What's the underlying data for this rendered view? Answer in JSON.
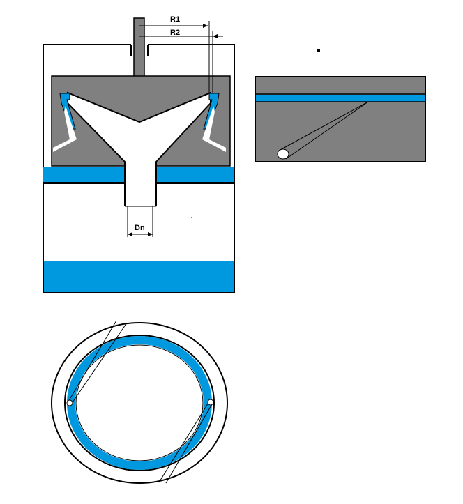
{
  "labels": {
    "r1": "R1",
    "r2": "R2",
    "dn": "Dn"
  },
  "colors": {
    "background": "#ffffff",
    "body_gray": "#808080",
    "water_blue": "#0099e0",
    "outline": "#000000",
    "light": "#ffffff"
  }
}
